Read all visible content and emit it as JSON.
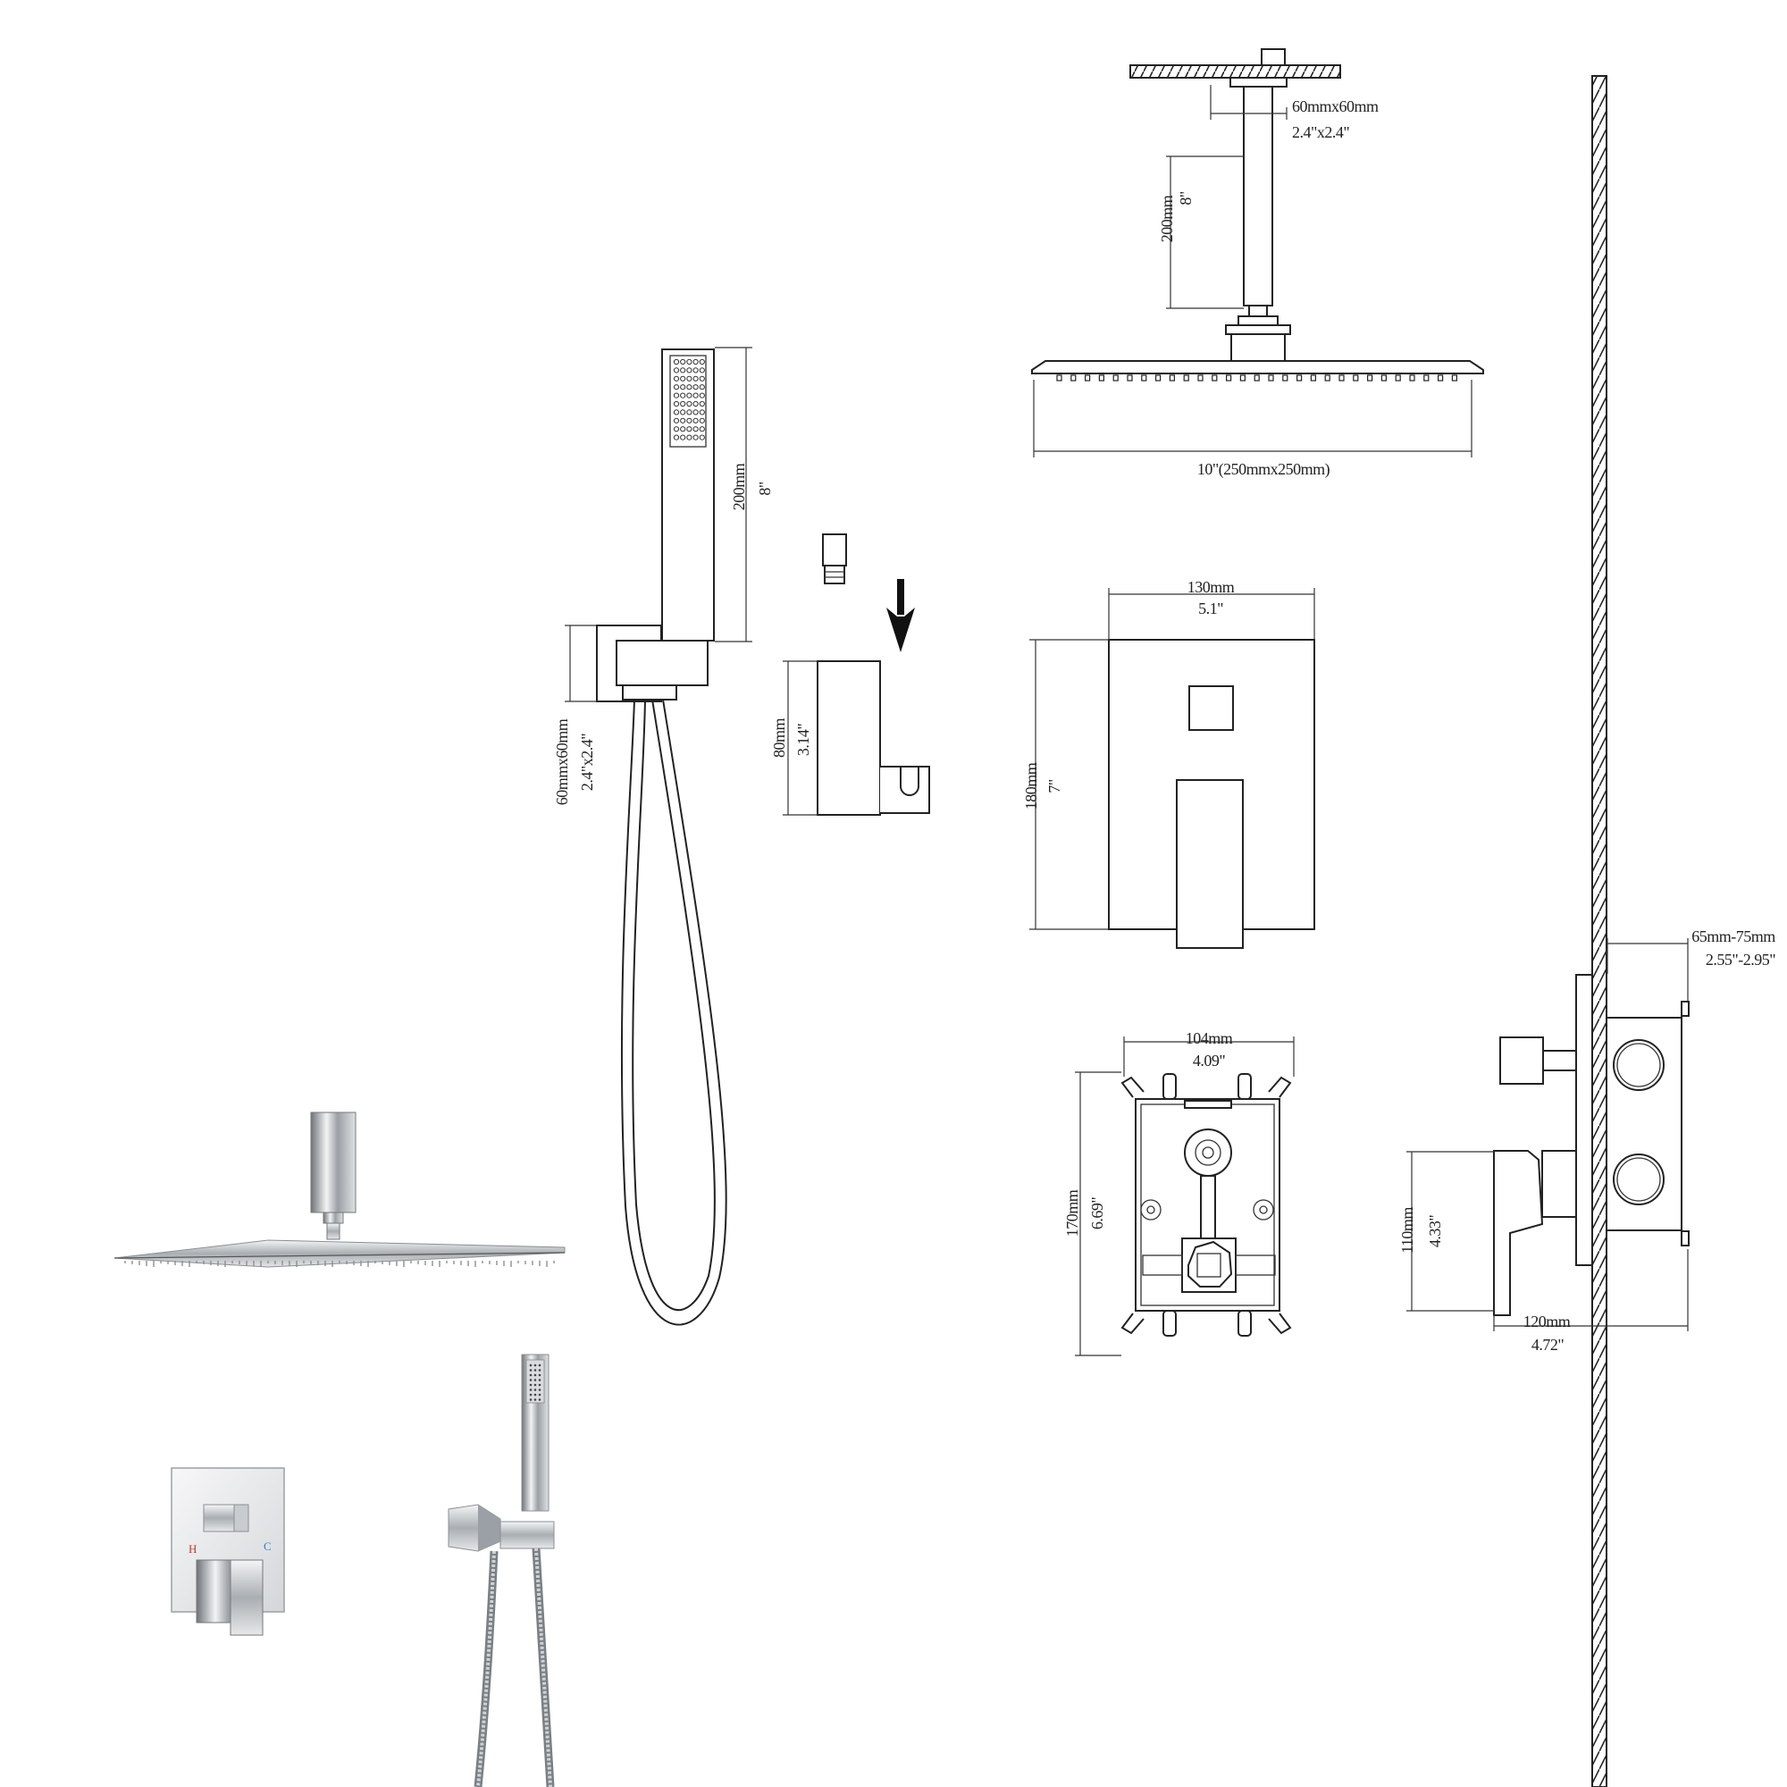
{
  "labels": {
    "rain_arm_size_mm": "60mmx60mm",
    "rain_arm_size_in": "2.4\"x2.4\"",
    "rain_arm_len_mm": "200mm",
    "rain_arm_len_in": "8\"",
    "rain_head_size": "10\"(250mmx250mm)",
    "hand_len_mm": "200mm",
    "hand_len_in": "8\"",
    "holder_size_mm": "60mmx60mm",
    "holder_size_in": "2.4\"x2.4\"",
    "bracket_h_mm": "80mm",
    "bracket_h_in": "3.14\"",
    "trim_w_mm": "130mm",
    "trim_w_in": "5.1\"",
    "trim_h_mm": "180mm",
    "trim_h_in": "7\"",
    "valve_w_mm": "104mm",
    "valve_w_in": "4.09\"",
    "valve_h_mm": "170mm",
    "valve_h_in": "6.69\"",
    "depth_mm": "65mm-75mm",
    "depth_in": "2.55\"-2.95\"",
    "handle_h_mm": "110mm",
    "handle_h_in": "4.33\"",
    "side_w_mm": "120mm",
    "side_w_in": "4.72\"",
    "hot_mark": "H",
    "cold_mark": "C"
  },
  "colors": {
    "line": "#222222",
    "hot": "#c0392b",
    "cold": "#2e86c1",
    "chrome": "#b9bcc0"
  }
}
